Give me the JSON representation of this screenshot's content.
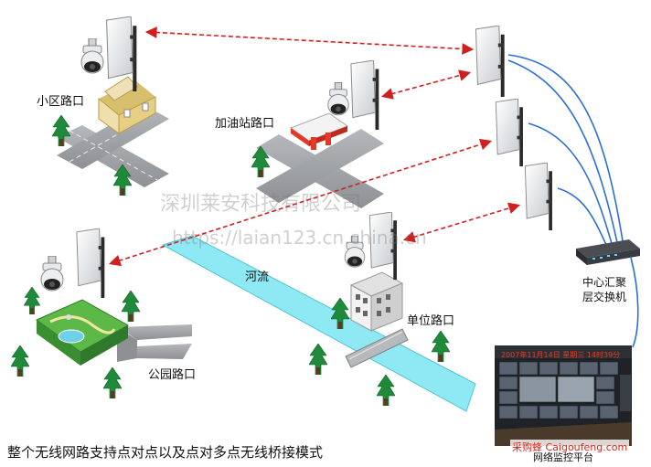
{
  "labels": {
    "residential": "小区路口",
    "gas_station": "加油站路口",
    "river": "河流",
    "unit": "单位路口",
    "park": "公园路口",
    "switch_line1": "中心汇聚",
    "switch_line2": "层交换机",
    "monitor_platform": "网络监控平台",
    "caption": "整个无线网路支持点对点以及点对多点无线桥接模式"
  },
  "watermark": {
    "company": "深圳莱安科技有限公司",
    "url": "https://laian123.cn.china.cn"
  },
  "vendor_badge": "采购蜂 Caigoufeng.com",
  "monitor_date": "2007年11月14日 星期三 14时39分",
  "colors": {
    "link_dashed": "#d11f1f",
    "cable": "#2a6fd6",
    "river_fill": "#8fe9f4",
    "road": "#9ea1a4",
    "tree": "#1f8a3a"
  }
}
